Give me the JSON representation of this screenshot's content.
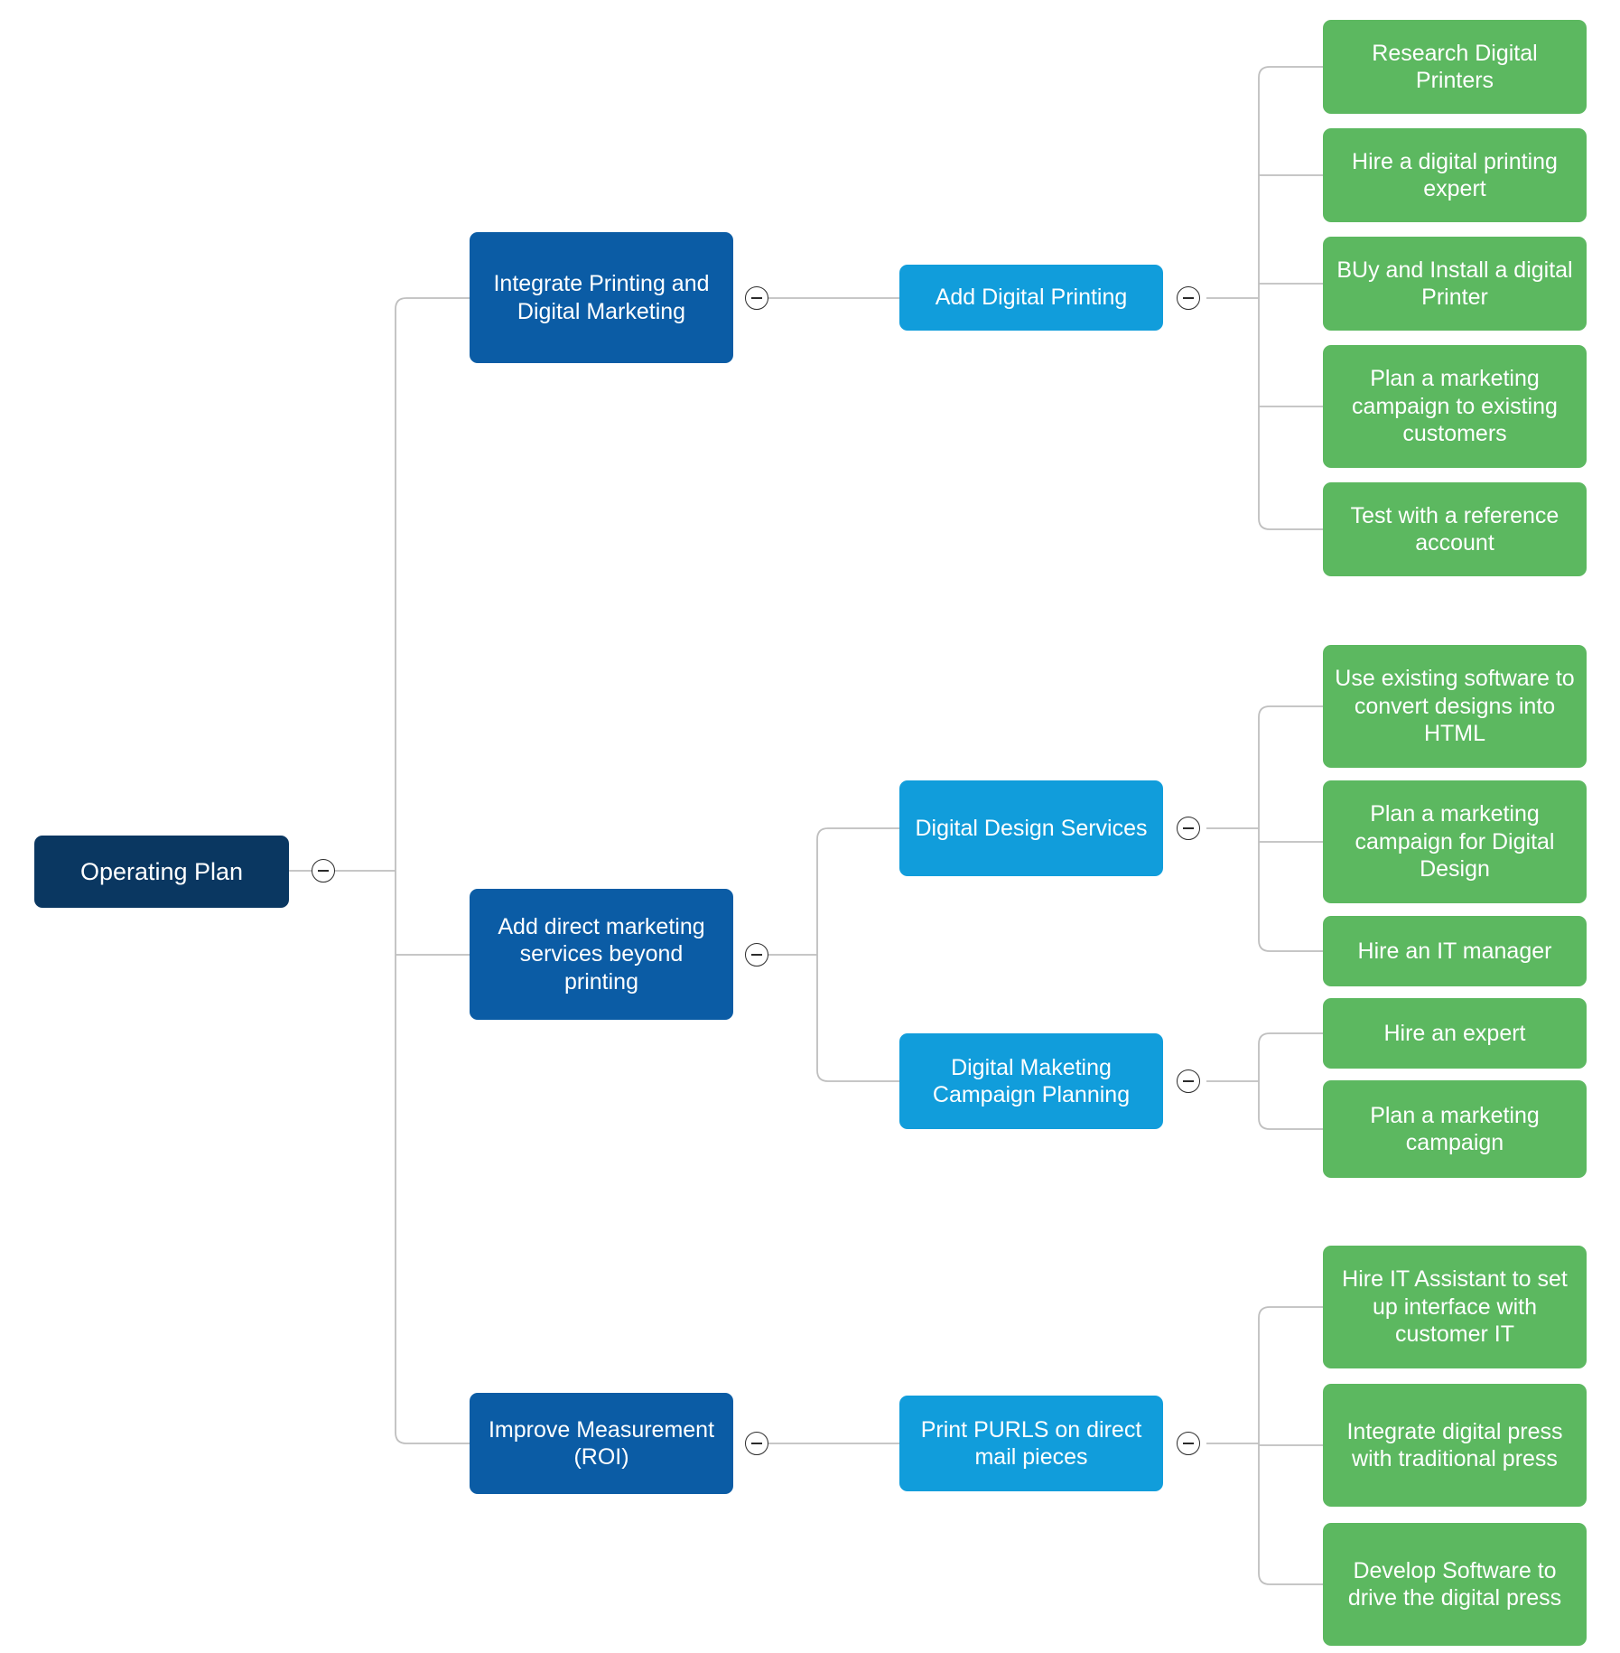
{
  "diagram": {
    "type": "mind-map",
    "title": "Operating Plan",
    "link_color": "#bfbfbf",
    "colors": {
      "root": "#0a3761",
      "level1": "#0b5ca5",
      "level2": "#119ddb",
      "leaf": "#5cb860",
      "text": "#ffffff",
      "background": "#ffffff",
      "connector": "#bfbfbf",
      "toggle_stroke": "#2b2b2b"
    },
    "toggle_state": "expanded",
    "toggle_glyph": "minus"
  },
  "nodes": {
    "root": {
      "label": "Operating Plan"
    },
    "branch1": {
      "label": "Integrate Printing and Digital Marketing"
    },
    "branch2": {
      "label": "Add direct marketing services beyond printing"
    },
    "branch3": {
      "label": "Improve Measurement (ROI)"
    },
    "sub1": {
      "label": "Add Digital Printing"
    },
    "sub2": {
      "label": "Digital Design Services"
    },
    "sub3": {
      "label": "Digital Maketing Campaign Planning"
    },
    "sub4": {
      "label": "Print PURLS on direct mail pieces"
    },
    "leaves": {
      "g1": [
        {
          "label": "Research Digital Printers"
        },
        {
          "label": "Hire a digital printing expert"
        },
        {
          "label": "BUy and Install a digital Printer"
        },
        {
          "label": "Plan a marketing campaign to existing customers"
        },
        {
          "label": "Test with a reference account"
        }
      ],
      "g2": [
        {
          "label": "Use existing software to convert designs into HTML"
        },
        {
          "label": "Plan a marketing campaign for Digital Design"
        },
        {
          "label": "Hire an IT manager"
        }
      ],
      "g3": [
        {
          "label": "Hire an expert"
        },
        {
          "label": "Plan a marketing campaign"
        }
      ],
      "g4": [
        {
          "label": "Hire IT Assistant to set up interface with customer IT"
        },
        {
          "label": "Integrate digital press with traditional press"
        },
        {
          "label": "Develop Software to drive the digital press"
        }
      ]
    }
  },
  "toggles": {
    "root": {
      "name": "collapse-root"
    },
    "branch1": {
      "name": "collapse-integrate-printing"
    },
    "branch2": {
      "name": "collapse-add-direct-marketing"
    },
    "branch3": {
      "name": "collapse-improve-measurement"
    },
    "sub1": {
      "name": "collapse-add-digital-printing"
    },
    "sub2": {
      "name": "collapse-digital-design-services"
    },
    "sub3": {
      "name": "collapse-digital-marketing-campaign-planning"
    },
    "sub4": {
      "name": "collapse-print-purls"
    }
  }
}
